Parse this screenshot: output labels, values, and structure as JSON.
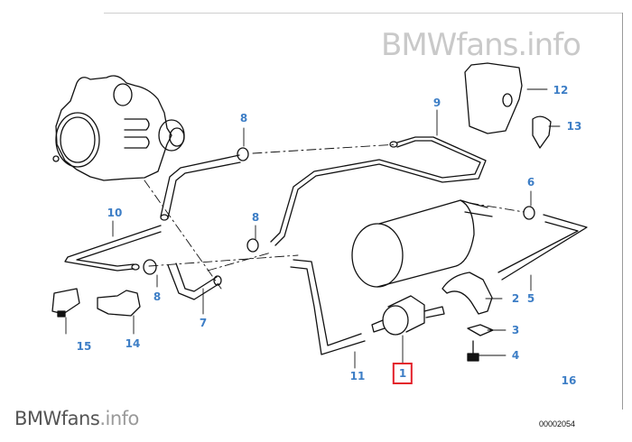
{
  "watermarks": {
    "top": "BMWfans.info",
    "bottom_brand": "BMWfans",
    "bottom_suffix": ".info"
  },
  "diagram_id": "00002054",
  "highlight_color": "#e3202a",
  "label_color": "#3d7ec6",
  "callouts": [
    {
      "id": "c1",
      "label": "1",
      "part": "fuel-tank-vent-valve",
      "highlighted": true
    },
    {
      "id": "c2",
      "label": "2",
      "part": "mounting-bracket",
      "highlighted": false
    },
    {
      "id": "c3",
      "label": "3",
      "part": "clip-nut",
      "highlighted": false
    },
    {
      "id": "c4",
      "label": "4",
      "part": "bolt",
      "highlighted": false
    },
    {
      "id": "c5",
      "label": "5",
      "part": "hose",
      "highlighted": false
    },
    {
      "id": "c6",
      "label": "6",
      "part": "hose-clamp",
      "highlighted": false
    },
    {
      "id": "c7",
      "label": "7",
      "part": "formed-hose",
      "highlighted": false
    },
    {
      "id": "c8a",
      "label": "8",
      "part": "hose-clamp",
      "highlighted": false
    },
    {
      "id": "c8b",
      "label": "8",
      "part": "hose-clamp",
      "highlighted": false
    },
    {
      "id": "c8c",
      "label": "8",
      "part": "hose-clamp",
      "highlighted": false
    },
    {
      "id": "c9",
      "label": "9",
      "part": "vent-line",
      "highlighted": false
    },
    {
      "id": "c10",
      "label": "10",
      "part": "vent-line",
      "highlighted": false
    },
    {
      "id": "c11",
      "label": "11",
      "part": "hose",
      "highlighted": false
    },
    {
      "id": "c12",
      "label": "12",
      "part": "holder",
      "highlighted": false
    },
    {
      "id": "c13",
      "label": "13",
      "part": "expanding-rivet",
      "highlighted": false
    },
    {
      "id": "c14",
      "label": "14",
      "part": "bracket",
      "highlighted": false
    },
    {
      "id": "c15",
      "label": "15",
      "part": "holder",
      "highlighted": false
    },
    {
      "id": "c16",
      "label": "16",
      "part": "grommet",
      "highlighted": false
    }
  ]
}
